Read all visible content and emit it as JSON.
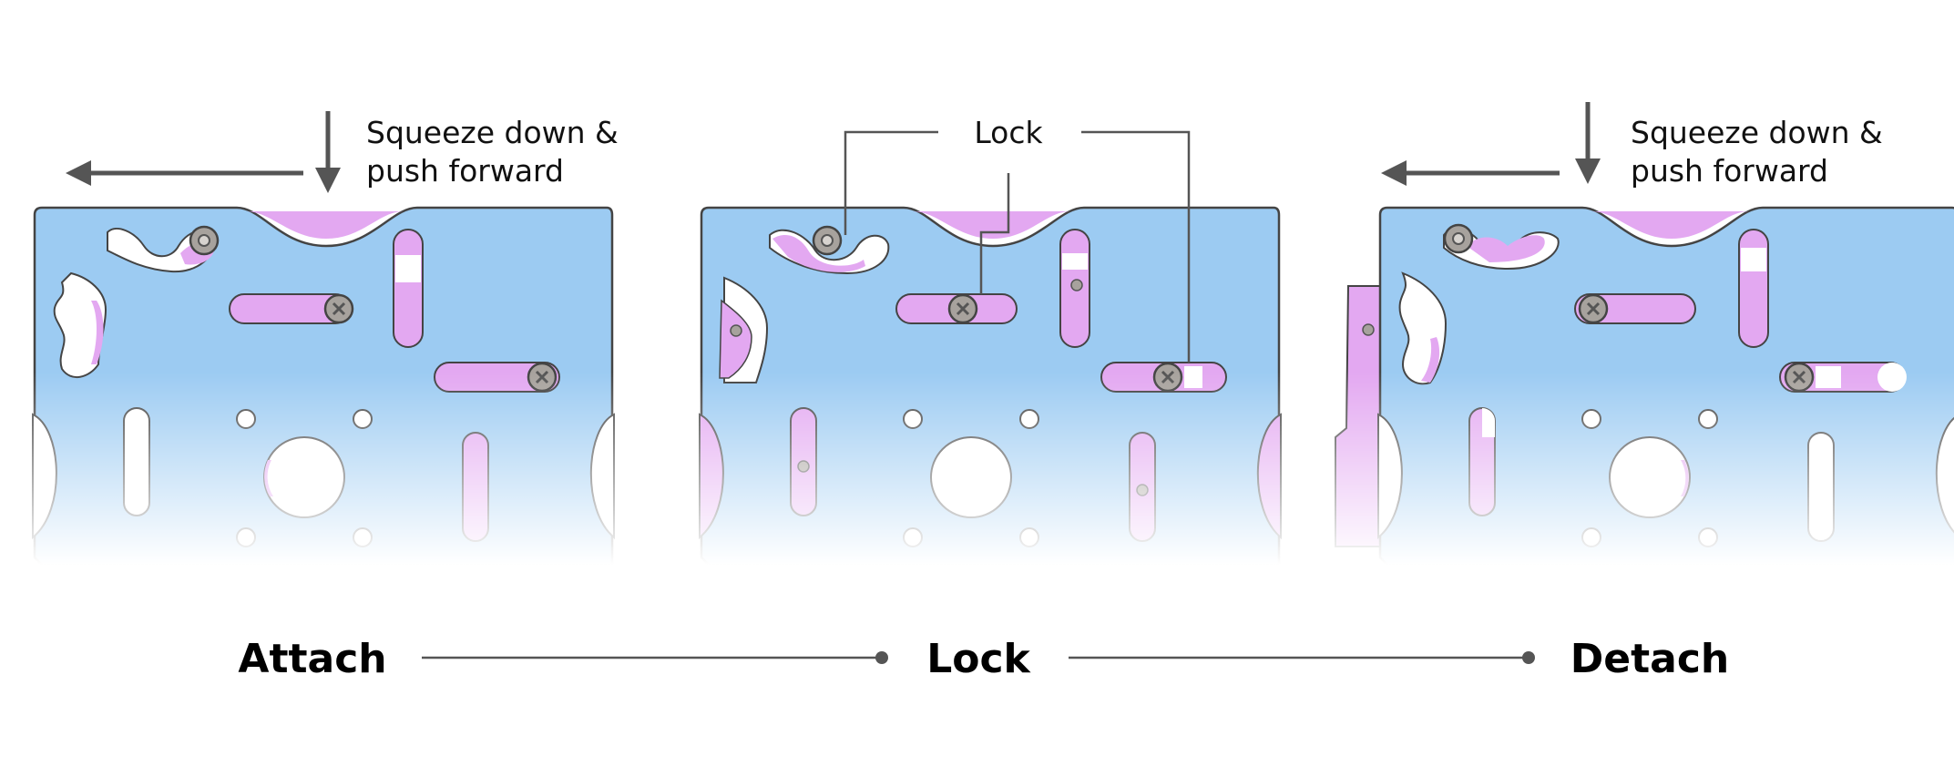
{
  "annotations": {
    "attach_line1": "Squeeze down &",
    "attach_line2": "push forward",
    "lock": "Lock",
    "detach_line1": "Squeeze down &",
    "detach_line2": "push forward"
  },
  "steps": [
    "Attach",
    "Lock",
    "Detach"
  ],
  "colors": {
    "plate_blue": "#9ccbf2",
    "part_pink": "#e3a8f1",
    "outline": "#444444",
    "arrow": "#555555",
    "screw": "#9e9a96"
  }
}
